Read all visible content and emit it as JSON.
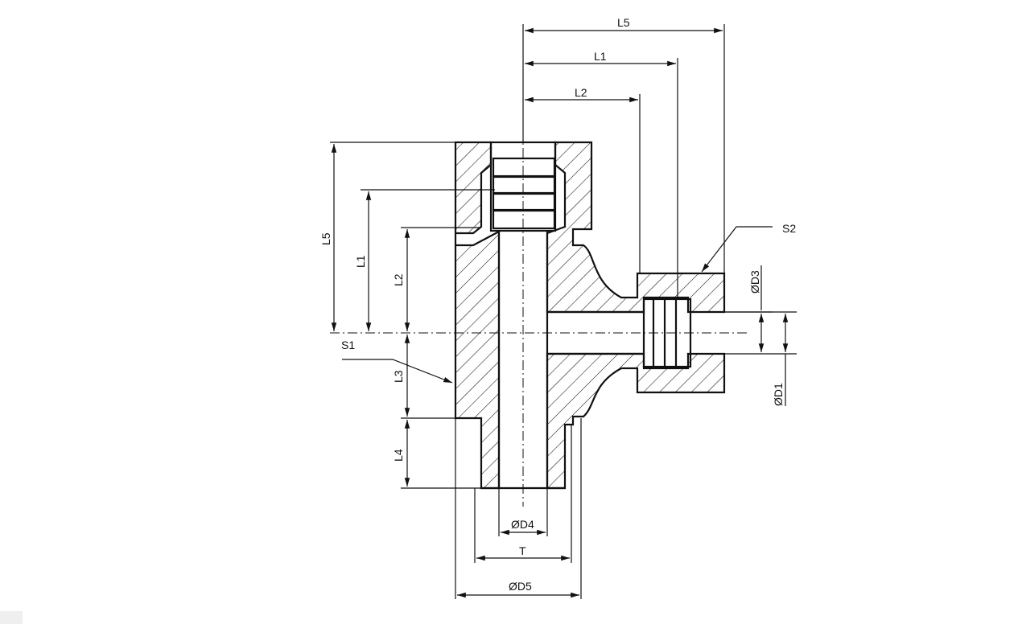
{
  "drawing": {
    "labels": {
      "top_l5": "L5",
      "top_l1": "L1",
      "top_l2": "L2",
      "left_l5": "L5",
      "left_l1": "L1",
      "left_l2": "L2",
      "left_l3": "L3",
      "left_l4": "L4",
      "s1": "S1",
      "s2": "S2",
      "od3": "ØD3",
      "od1": "ØD1",
      "od4": "ØD4",
      "t": "T",
      "od5": "ØD5"
    }
  }
}
